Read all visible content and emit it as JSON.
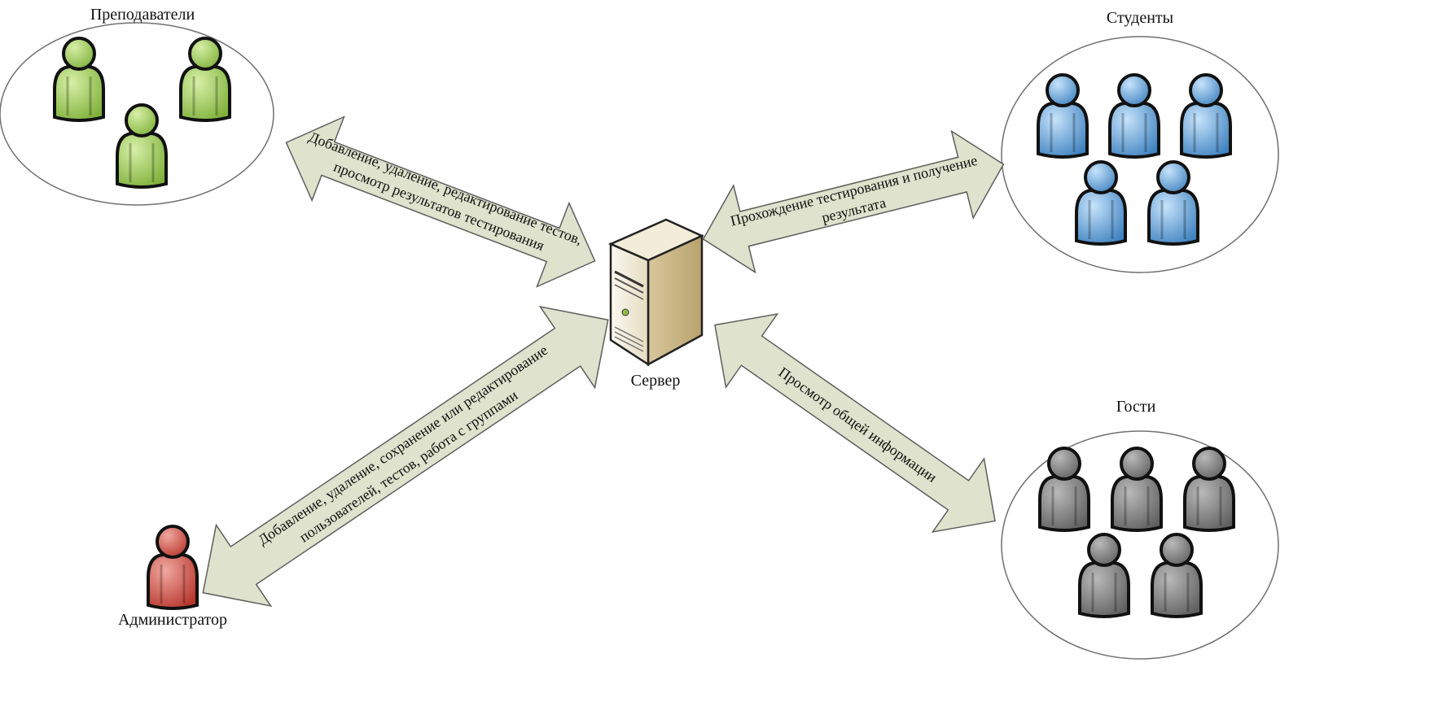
{
  "colors": {
    "arrow_fill": "#dfe2cc",
    "arrow_stroke": "#5e5e5e",
    "teachers": "#8fbf45",
    "students": "#4b8fc9",
    "guests": "#777777",
    "admin": "#c43d33"
  },
  "groups": {
    "teachers": {
      "title": "Преподаватели",
      "icon": "user-icon"
    },
    "students": {
      "title": "Студенты",
      "icon": "user-icon"
    },
    "guests": {
      "title": "Гости",
      "icon": "user-icon"
    },
    "admin": {
      "title": "Администратор",
      "icon": "user-icon"
    }
  },
  "server": {
    "title": "Сервер",
    "icon": "server-tower-icon"
  },
  "arrows": {
    "teachers": {
      "line1": "Добавление, удаление, редактирование тестов,",
      "line2": "просмотр результатов тестирования"
    },
    "students": {
      "line1": "Прохождение тестирования и получение",
      "line2": "результата"
    },
    "guests": {
      "line1": "Просмотр общей информации"
    },
    "admin": {
      "line1": "Добавление, удаление, сохранение или редактирование",
      "line2": "пользователей, тестов, работа с группами"
    }
  }
}
